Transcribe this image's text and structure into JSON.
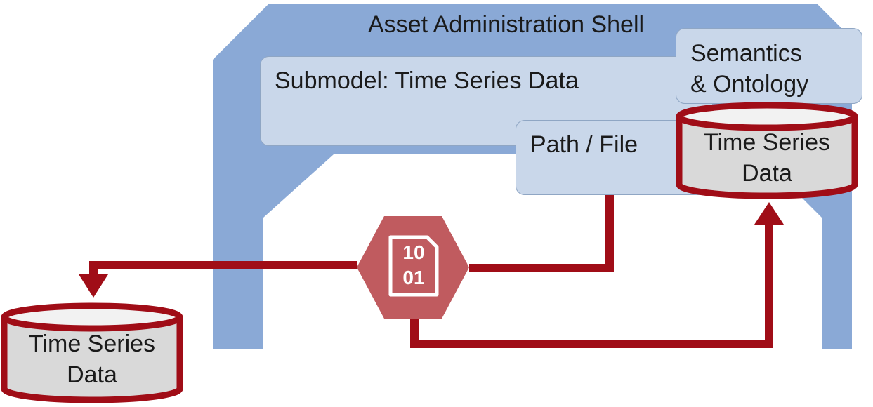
{
  "shell": {
    "title": "Asset Administration Shell"
  },
  "submodel": {
    "label": "Submodel: Time Series Data"
  },
  "semantics": {
    "label_line1": "Semantics",
    "label_line2": "& Ontology"
  },
  "path_file": {
    "label": "Path / File"
  },
  "internal_db": {
    "label_line1": "Time Series",
    "label_line2": "Data"
  },
  "external_db": {
    "label_line1": "Time Series",
    "label_line2": "Data"
  },
  "binary_node": {
    "line1": "10",
    "line2": "01"
  },
  "colors": {
    "shell": "#8aa9d6",
    "panel": "#c9d7ea",
    "db_fill": "#d9d9d9",
    "db_border": "#a00d17",
    "connector": "#a00d17",
    "hexagon": "#c05b5f"
  },
  "icons": [
    "binary-file-icon",
    "database-icon"
  ]
}
